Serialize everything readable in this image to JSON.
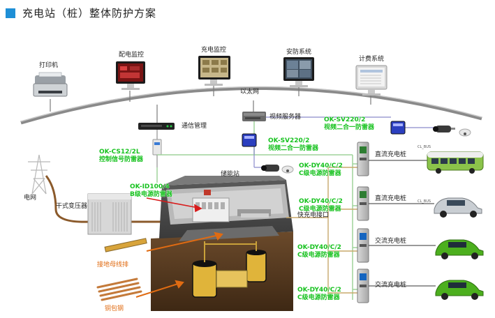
{
  "title": "充电站（桩）整体防护方案",
  "devices": {
    "printer": "打印机",
    "power_monitor": "配电监控",
    "charge_monitor": "充电监控",
    "security": "安防系统",
    "billing": "计费系统",
    "ethernet": "以太网",
    "comm_mgmt": "通信管理",
    "video_server": "视频服务器",
    "storage_station": "储能站",
    "grid": "电网",
    "transformer": "干式变压器",
    "fast_port": "快充电接口",
    "ground_bar": "接地母线排",
    "copper_steel": "铜包钢"
  },
  "protectors": {
    "sv_top": {
      "model": "OK-SV220/2",
      "desc": "视频二合一防雷器"
    },
    "sv_mid": {
      "model": "OK-SV220/2",
      "desc": "视频二合一防雷器"
    },
    "cs": {
      "model": "OK-CS12/2L",
      "desc": "控制信号防雷器"
    },
    "id": {
      "model": "OK-ID100/4",
      "desc": "B级电源防雷器"
    },
    "dy1": {
      "model": "OK-DY40/C/2",
      "desc": "C级电源防雷器"
    },
    "dy2": {
      "model": "OK-DY40/C/2",
      "desc": "C级电源防雷器"
    },
    "dy3": {
      "model": "OK-DY40/C/2",
      "desc": "C级电源防雷器"
    },
    "dy4": {
      "model": "OK-DY40/C/2",
      "desc": "C级电源防雷器"
    }
  },
  "piles": [
    "直流充电桩",
    "直流充电桩",
    "交流充电桩",
    "交流充电桩"
  ],
  "bus_tags": [
    "CL_BUS",
    "CL_BUS"
  ],
  "colors": {
    "accent": "#1e8fd6",
    "protector_text": "#17c21f",
    "material_text": "#e06b12",
    "ethernet_arc": "#8a8a8a",
    "cable": "#8b5a2b"
  }
}
